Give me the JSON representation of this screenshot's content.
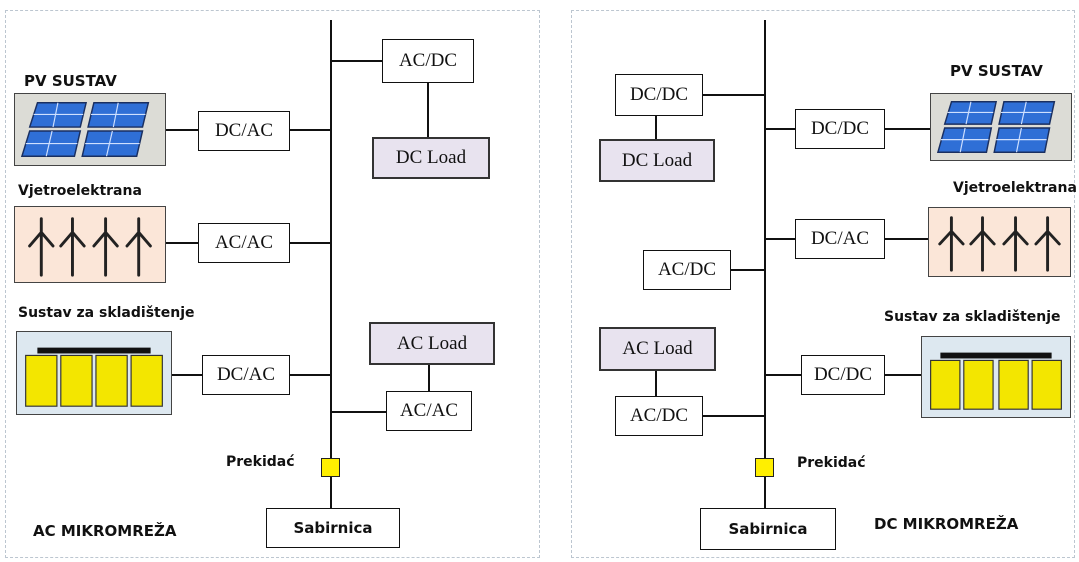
{
  "ac": {
    "pv_label": "PV SUSTAV",
    "wind_label": "Vjetroelektrana",
    "storage_label": "Sustav za skladištenje",
    "conv_pv": "DC/AC",
    "conv_wind": "AC/AC",
    "conv_storage": "DC/AC",
    "conv_dc_load": "AC/DC",
    "dc_load": "DC Load",
    "ac_load": "AC Load",
    "conv_ac_load": "AC/AC",
    "breaker_label": "Prekidać",
    "busbar": "Sabirnica",
    "title": "AC MIKROMREŽA"
  },
  "dc": {
    "pv_label": "PV SUSTAV",
    "wind_label": "Vjetroelektrana",
    "storage_label": "Sustav za skladištenje",
    "conv_dc_load": "DC/DC",
    "dc_load": "DC Load",
    "conv_pv": "DC/DC",
    "conv_wind": "DC/AC",
    "conv_mid": "AC/DC",
    "ac_load": "AC Load",
    "conv_ac_load": "AC/DC",
    "conv_storage": "DC/DC",
    "breaker_label": "Prekidać",
    "busbar": "Sabirnica",
    "title": "DC MIKROMREŽA"
  },
  "colors": {
    "panel_blue": "#2f6fd6",
    "battery_yellow": "#f3e600",
    "breaker_yellow": "#ffef00",
    "load_fill": "#e8e3ef",
    "wind_bg": "#fbe6d8"
  }
}
